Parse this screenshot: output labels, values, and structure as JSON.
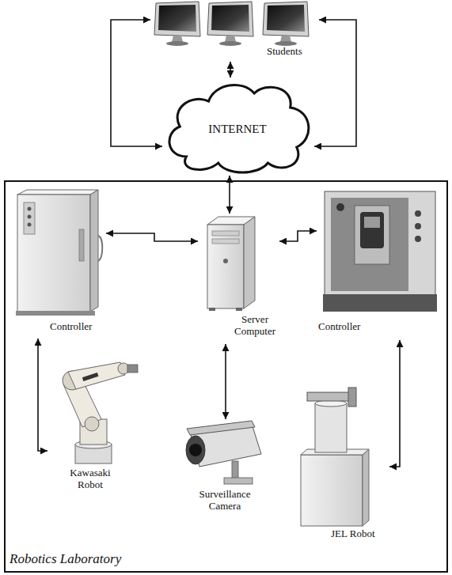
{
  "diagram": {
    "nodes": [
      {
        "text": [
          "Students"
        ]
      },
      {
        "text": [
          "INTERNET"
        ]
      },
      {
        "text": [
          "Robotics Laboratory"
        ]
      },
      {
        "text": [
          "Controller"
        ],
        "in": 2
      },
      {
        "text": [
          "Server Computer"
        ],
        "in": 2
      },
      {
        "text": [
          "Controller"
        ],
        "in": 2
      },
      {
        "text": [
          "Kawasaki Robot"
        ],
        "in": 2
      },
      {
        "text": [
          "Surveillance Camera"
        ],
        "in": 2
      },
      {
        "text": [
          "JEL Robot"
        ],
        "in": 2
      }
    ],
    "edges": [
      {
        "from": 0,
        "to": 1,
        "arrow": "both"
      },
      {
        "from": 0,
        "to": 1,
        "arrow": "both"
      },
      {
        "from": 0,
        "to": 1,
        "arrow": "both"
      },
      {
        "from": 1,
        "to": 4,
        "arrow": "both"
      },
      {
        "from": 3,
        "to": 4,
        "arrow": "both"
      },
      {
        "from": 4,
        "to": 5,
        "arrow": "both"
      },
      {
        "from": 3,
        "to": 6,
        "arrow": "both"
      },
      {
        "from": 4,
        "to": 7,
        "arrow": "both"
      },
      {
        "from": 5,
        "to": 8,
        "arrow": "both"
      }
    ]
  }
}
